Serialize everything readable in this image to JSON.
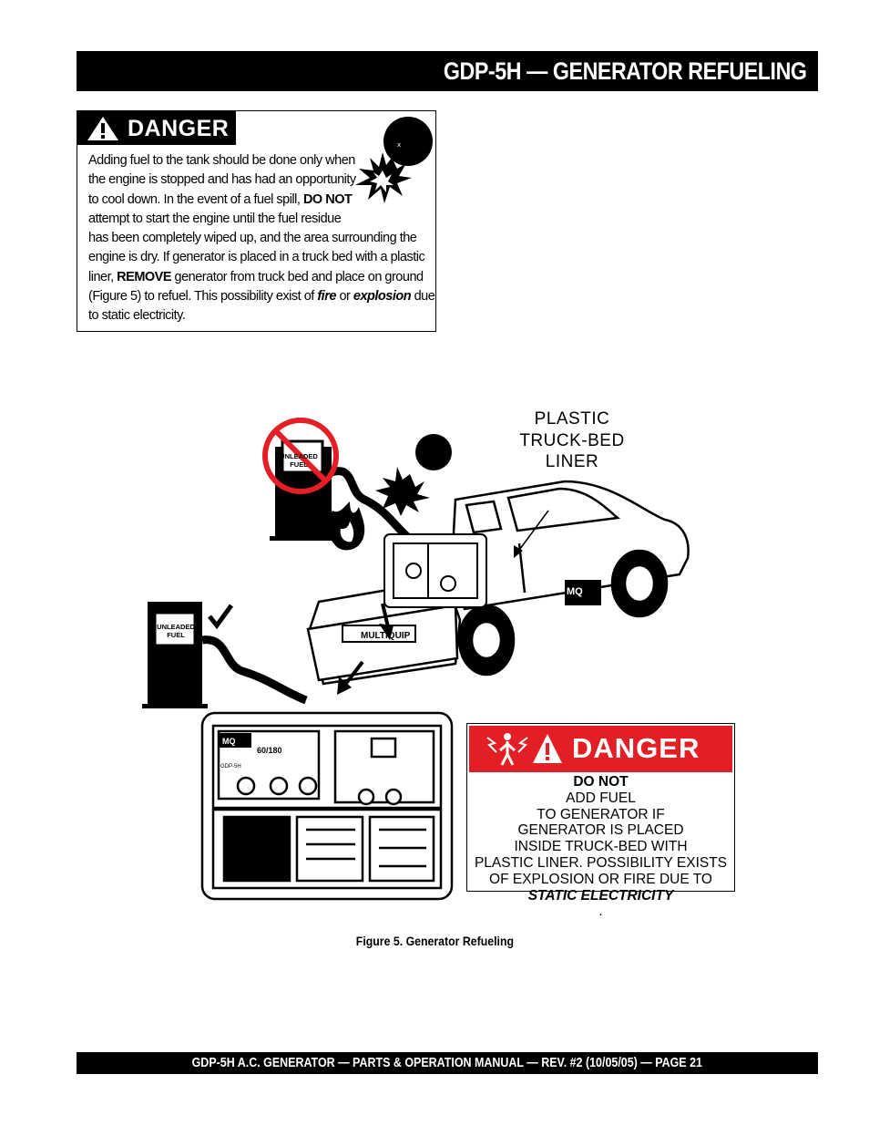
{
  "header": {
    "title": "GDP-5H  — GENERATOR REFUELING"
  },
  "danger_box": {
    "heading": "DANGER",
    "lines": [
      "Adding fuel to the tank should be done only when",
      "the engine is stopped and has had an opportunity",
      "to cool down.  In the event of a fuel spill,",
      "DO NOT",
      "attempt to start the engine until the fuel residue",
      "has been completely wiped up, and the area surrounding the",
      "engine is dry.  If generator is placed in a truck bed with a plastic",
      "liner,",
      "REMOVE",
      "generator from truck bed and place on ground",
      "(Figure 5) to refuel. This possibility exist of",
      "fire",
      "or",
      "explosion",
      "due",
      "to static electricity."
    ]
  },
  "figure": {
    "callout": [
      "PLASTIC",
      "TRUCK-BED",
      "LINER"
    ],
    "pump_label_1": [
      "UNLEADED",
      "FUEL"
    ],
    "pump_label_2": [
      "UNLEADED",
      "FUEL"
    ],
    "truck_brand": "MULTIQUIP",
    "brand_logo": "MQ",
    "generator_model": "GDP-5H",
    "generator_rating": "60/180",
    "label": {
      "heading": "DANGER",
      "lines": [
        "DO NOT",
        "ADD FUEL",
        "TO GENERATOR IF",
        "GENERATOR IS PLACED",
        "INSIDE TRUCK-BED WITH",
        "PLASTIC LINER. POSSIBILITY EXISTS",
        "OF EXPLOSION OR FIRE DUE TO",
        "STATIC ELECTRICITY",
        "."
      ]
    },
    "colors": {
      "danger_red": "#e31e24",
      "no_sign_red": "#e31e24"
    }
  },
  "caption": "Figure  5. Generator Refueling",
  "footer": {
    "text": "GDP-5H A.C. GENERATOR — PARTS & OPERATION MANUAL — REV. #2  (10/05/05) — PAGE 21"
  }
}
